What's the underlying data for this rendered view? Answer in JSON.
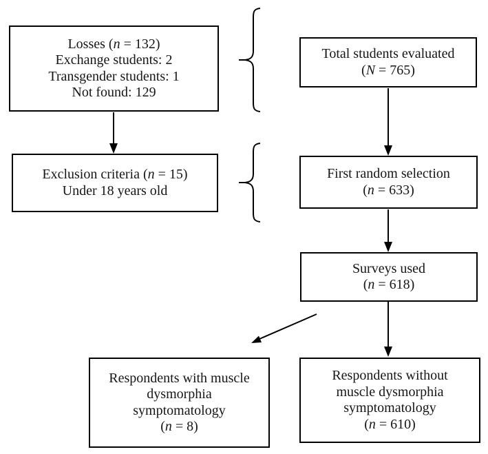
{
  "colors": {
    "line": "#000000",
    "text": "#161616",
    "background": "#ffffff"
  },
  "flowchart": {
    "boxes": [
      {
        "id": "losses-box",
        "lines": [
          [
            {
              "t": "Losses ("
            },
            {
              "t": "n",
              "i": true
            },
            {
              "t": " = 132)"
            }
          ],
          [
            {
              "t": "Exchange students: 2"
            }
          ],
          [
            {
              "t": "Transgender students: 1"
            }
          ],
          [
            {
              "t": "Not found: 129"
            }
          ]
        ]
      },
      {
        "id": "total-evaluated-box",
        "lines": [
          [
            {
              "t": "Total students evaluated"
            }
          ],
          [
            {
              "t": "("
            },
            {
              "t": "N",
              "i": true
            },
            {
              "t": " = 765)"
            }
          ]
        ]
      },
      {
        "id": "exclusion-criteria-box",
        "lines": [
          [
            {
              "t": "Exclusion criteria ("
            },
            {
              "t": "n",
              "i": true
            },
            {
              "t": " = 15)"
            }
          ],
          [
            {
              "t": "Under 18 years old"
            }
          ]
        ]
      },
      {
        "id": "first-random-selection-box",
        "lines": [
          [
            {
              "t": "First random selection"
            }
          ],
          [
            {
              "t": "("
            },
            {
              "t": "n",
              "i": true
            },
            {
              "t": " = 633)"
            }
          ]
        ]
      },
      {
        "id": "surveys-used-box",
        "lines": [
          [
            {
              "t": "Surveys used"
            }
          ],
          [
            {
              "t": "("
            },
            {
              "t": "n",
              "i": true
            },
            {
              "t": " = 618)"
            }
          ]
        ]
      },
      {
        "id": "respondents-with-md-box",
        "lines": [
          [
            {
              "t": "Respondents with muscle"
            }
          ],
          [
            {
              "t": "dysmorphia"
            }
          ],
          [
            {
              "t": "symptomatology"
            }
          ],
          [
            {
              "t": "("
            },
            {
              "t": "n",
              "i": true
            },
            {
              "t": " = 8)"
            }
          ]
        ]
      },
      {
        "id": "respondents-without-md-box",
        "lines": [
          [
            {
              "t": "Respondents without"
            }
          ],
          [
            {
              "t": "muscle dysmorphia"
            }
          ],
          [
            {
              "t": "symptomatology"
            }
          ],
          [
            {
              "t": "("
            },
            {
              "t": "n",
              "i": true
            },
            {
              "t": " = 610)"
            }
          ]
        ]
      }
    ],
    "edges": [
      {
        "from": "losses-box",
        "to": "exclusion-criteria-box",
        "type": "arrow"
      },
      {
        "from": "total-evaluated-box",
        "to": "first-random-selection-box",
        "type": "arrow"
      },
      {
        "from": "first-random-selection-box",
        "to": "surveys-used-box",
        "type": "arrow"
      },
      {
        "from": "surveys-used-box",
        "to": "respondents-with-md-box",
        "type": "arrow"
      },
      {
        "from": "surveys-used-box",
        "to": "respondents-without-md-box",
        "type": "arrow"
      },
      {
        "from": "total-evaluated-box",
        "to": "losses-box",
        "type": "brace"
      },
      {
        "from": "first-random-selection-box",
        "to": "exclusion-criteria-box",
        "type": "brace"
      }
    ]
  }
}
